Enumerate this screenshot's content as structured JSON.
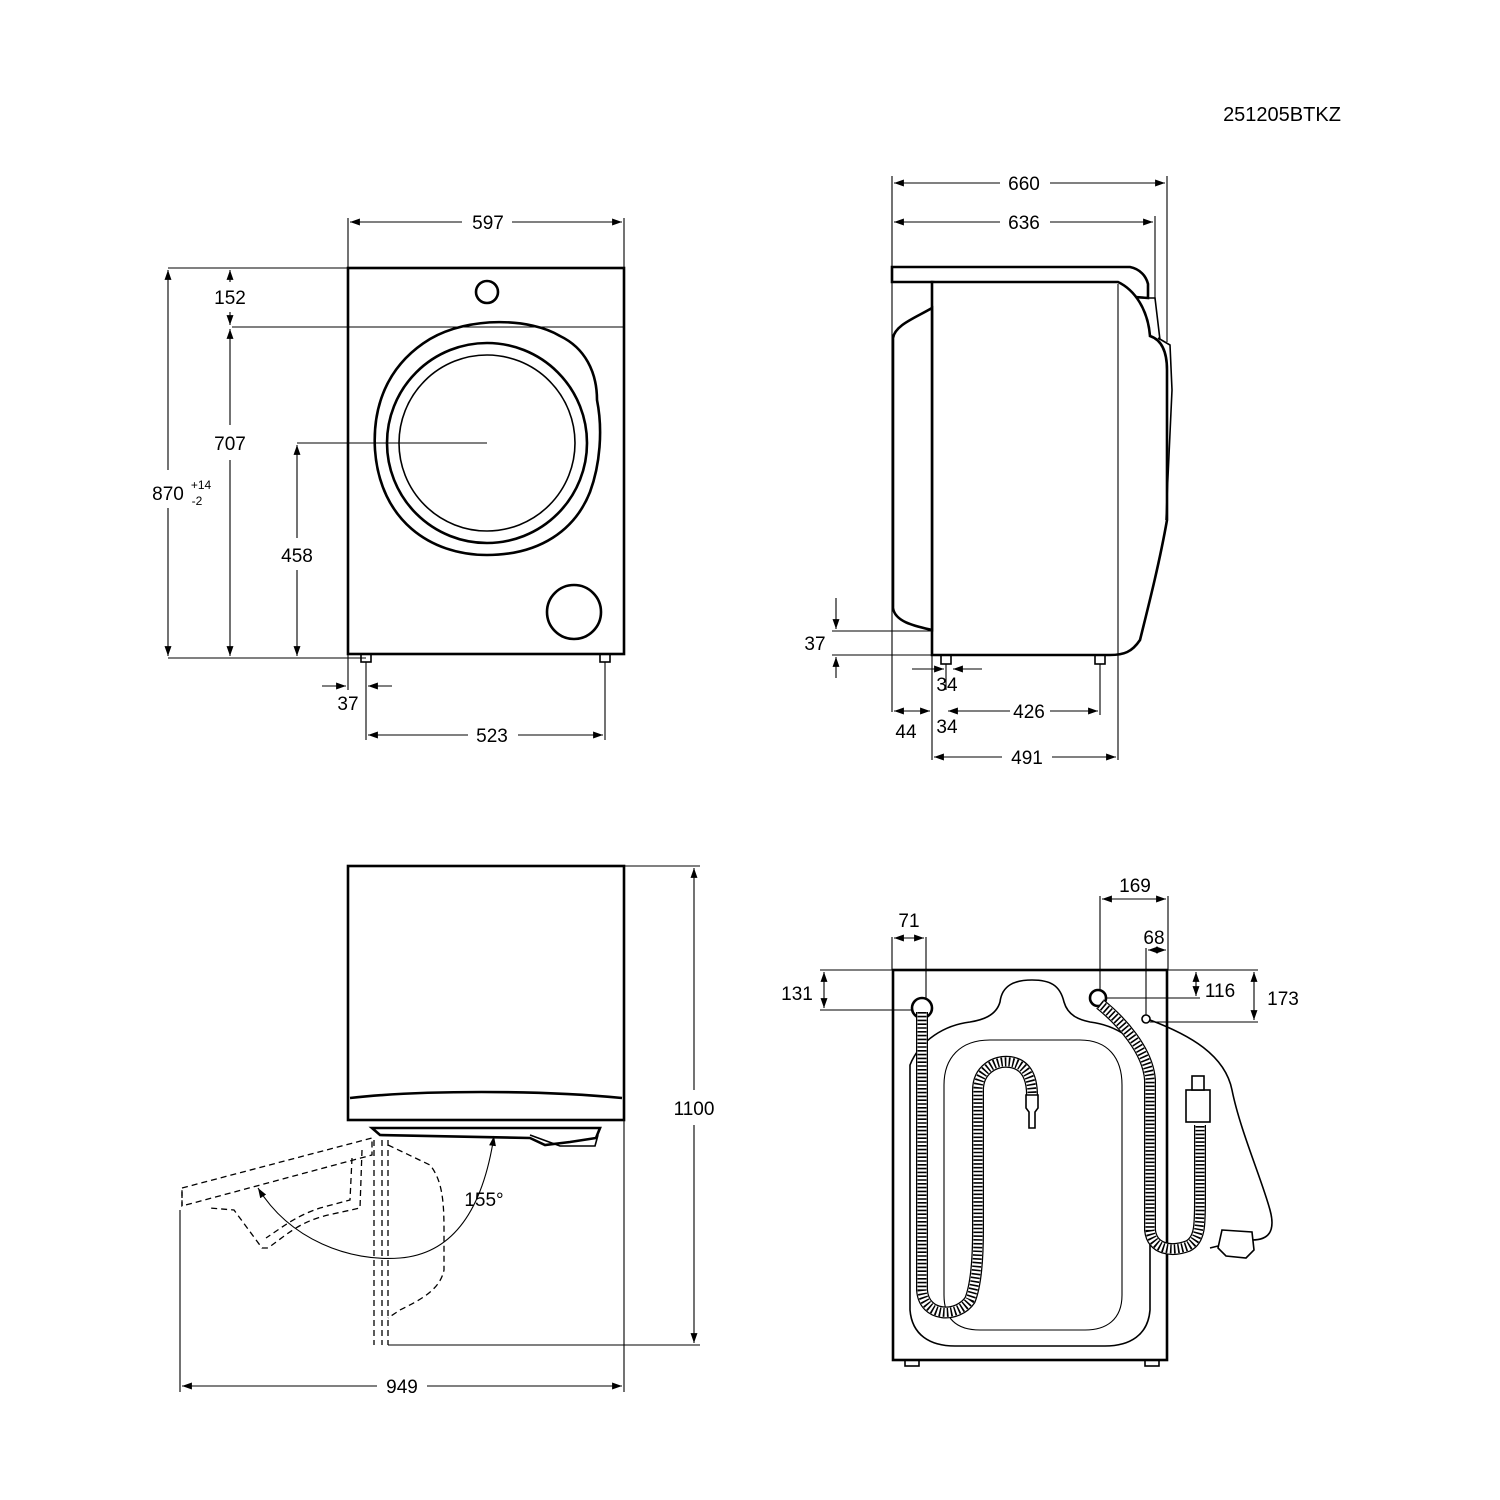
{
  "model": "251205BTKZ",
  "front_view": {
    "width": "597",
    "top_panel_height": "152",
    "door_height": "707",
    "total_height": "870",
    "height_tolerance_upper": "+14",
    "height_tolerance_lower": "-2",
    "door_center_height": "458",
    "foot_offset": "37",
    "feet_spacing": "523"
  },
  "side_view": {
    "depth_total": "660",
    "depth_body": "636",
    "foot_height": "37",
    "foot_width": "34",
    "front_offset": "44",
    "foot_gap": "34",
    "feet_spacing": "426",
    "base_depth": "491"
  },
  "top_view": {
    "door_clearance_height": "1100",
    "door_opening_depth": "949",
    "door_angle": "155°"
  },
  "rear_view": {
    "drain_offset_x": "71",
    "drain_offset_y": "131",
    "inlet_offset_x": "169",
    "cable_offset_x": "68",
    "inlet_offset_y": "116",
    "cable_offset_y": "173"
  }
}
